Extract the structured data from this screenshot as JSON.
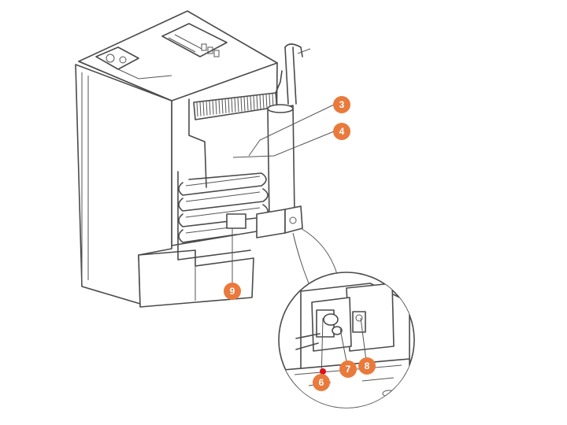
{
  "callouts": [
    {
      "id": "3",
      "label": "3"
    },
    {
      "id": "4",
      "label": "4"
    },
    {
      "id": "9",
      "label": "9"
    },
    {
      "id": "6",
      "label": "6"
    },
    {
      "id": "7",
      "label": "7"
    },
    {
      "id": "8",
      "label": "8"
    }
  ],
  "colors": {
    "callout_fill": "#ea7a3c",
    "marker_dot": "#e0101a",
    "outline": "#4a4a4a"
  }
}
